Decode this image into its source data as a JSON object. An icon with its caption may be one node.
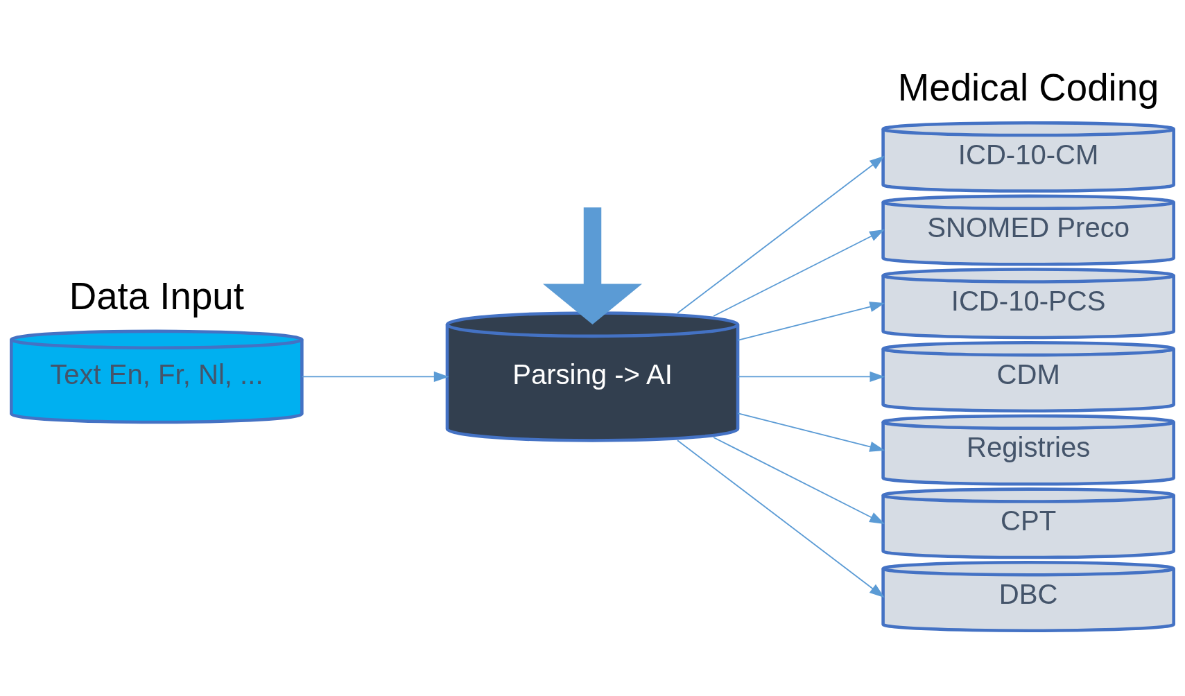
{
  "diagram": {
    "nodes": [
      {
        "text": [
          "Text En, Fr, Nl, ..."
        ]
      },
      {
        "text": [
          "Parsing -> AI"
        ]
      },
      {
        "text": [
          "ICD-10-CM"
        ]
      },
      {
        "text": [
          "SNOMED Preco"
        ]
      },
      {
        "text": [
          "ICD-10-PCS"
        ]
      },
      {
        "text": [
          "CDM"
        ]
      },
      {
        "text": [
          "Registries"
        ]
      },
      {
        "text": [
          "CPT"
        ]
      },
      {
        "text": [
          "DBC"
        ]
      }
    ],
    "edges": [
      {
        "from": 0,
        "to": 1,
        "arrow": "to"
      },
      {
        "from": null,
        "to": 1,
        "arrow": "to",
        "style": "thick"
      },
      {
        "from": 1,
        "to": 2,
        "arrow": "to"
      },
      {
        "from": 1,
        "to": 3,
        "arrow": "to"
      },
      {
        "from": 1,
        "to": 4,
        "arrow": "to"
      },
      {
        "from": 1,
        "to": 5,
        "arrow": "to"
      },
      {
        "from": 1,
        "to": 6,
        "arrow": "to"
      },
      {
        "from": 1,
        "to": 7,
        "arrow": "to"
      },
      {
        "from": 1,
        "to": 8,
        "arrow": "to"
      }
    ],
    "labels": [
      "Data Input",
      "Medical Coding"
    ]
  }
}
